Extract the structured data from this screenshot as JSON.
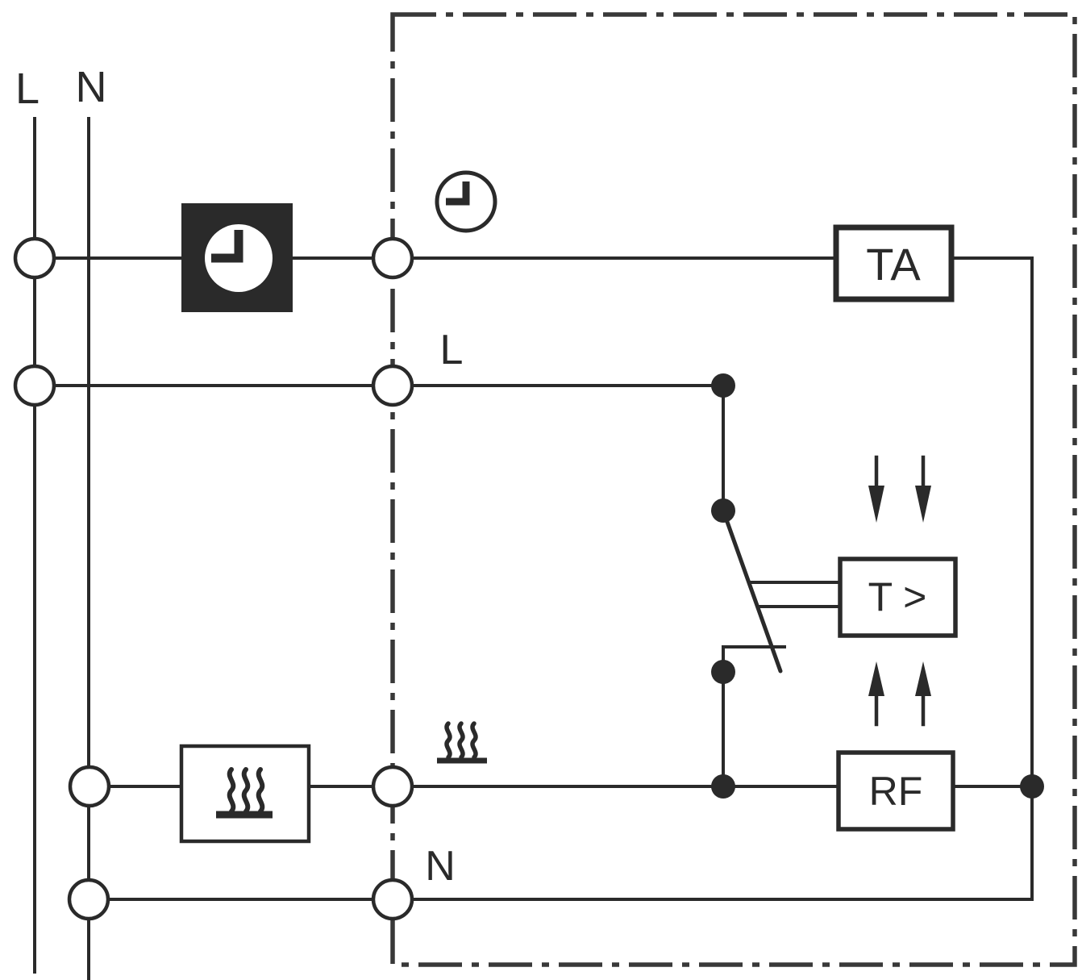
{
  "colors": {
    "ink": "#2a2a2a",
    "paper": "#ffffff"
  },
  "labels": {
    "supply_live": "L",
    "supply_neutral": "N",
    "device_live": "L",
    "device_neutral": "N",
    "box_ta": "TA",
    "box_thermostat": "T >",
    "box_rf": "RF"
  },
  "icons": {
    "timer_switch": "clock-icon",
    "time_program_marker": "clock-outline-icon",
    "heating_element": "heating-element-icon",
    "heat_flow_down": "down-arrow-icon",
    "heat_flow_up": "up-arrow-icon"
  }
}
